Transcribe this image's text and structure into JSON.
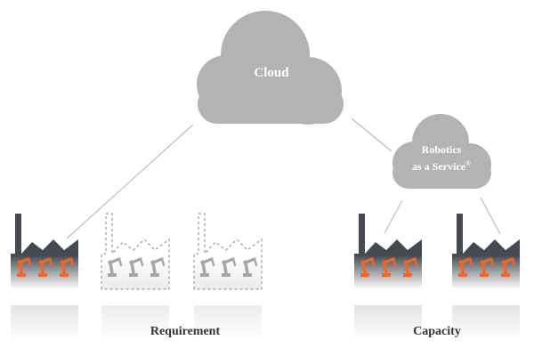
{
  "cloud": {
    "label": "Cloud"
  },
  "raas": {
    "line1": "Robotics",
    "line2": "as a Service",
    "mark": "®"
  },
  "labels": {
    "requirement": "Requirement",
    "capacity": "Capacity"
  },
  "colors": {
    "cloud": "#b3b3b3",
    "factory": "#454a52",
    "robot": "#f26522",
    "outline": "#9a9a9a",
    "line": "#bdbdbd"
  },
  "factories": [
    {
      "id": "own",
      "kind": "solid"
    },
    {
      "id": "needed-1",
      "kind": "dashed"
    },
    {
      "id": "needed-2",
      "kind": "dashed"
    },
    {
      "id": "provider-1",
      "kind": "solid"
    },
    {
      "id": "provider-2",
      "kind": "solid"
    }
  ]
}
